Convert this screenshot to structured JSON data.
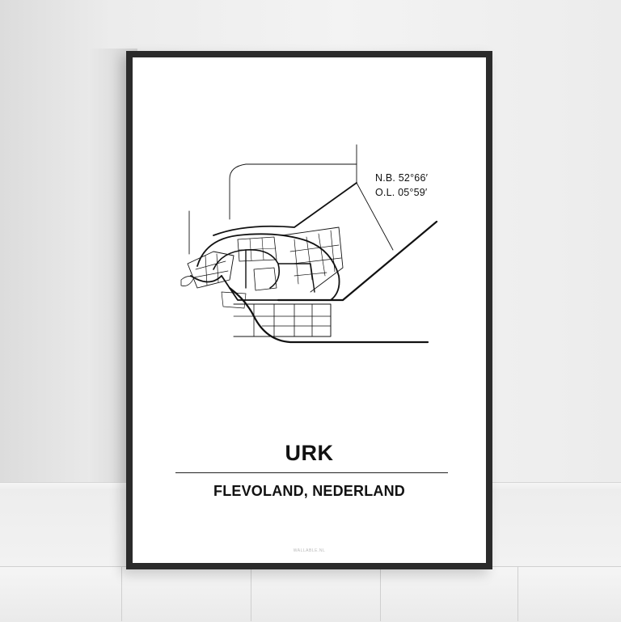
{
  "poster": {
    "coords_line1": "N.B. 52°66′",
    "coords_line2": "O.L. 05°59′",
    "city": "URK",
    "region": "FLEVOLAND, NEDERLAND",
    "brand": "WALLABLE.NL"
  },
  "colors": {
    "frame": "#2b2b2b",
    "poster": "#ffffff",
    "ink": "#111111",
    "wall": "#ececec"
  }
}
